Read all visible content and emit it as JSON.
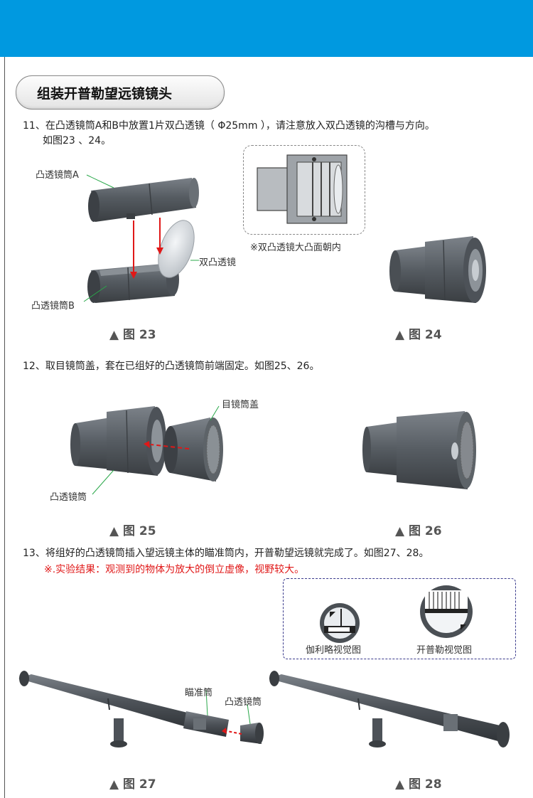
{
  "section_title": "组装开普勒望远镜镜头",
  "step11": {
    "line1": "11、在凸透镜筒A和B中放置1片双凸透镜（ Φ25mm ），请注意放入双凸透镜的沟槽与方向。",
    "line2": "如图23 、24。"
  },
  "step12": "12、取目镜筒盖，套在已组好的凸透镜筒前端固定。如图25、26。",
  "step13": "13、将组好的凸透镜筒插入望远镜主体的瞄准筒内，开普勒望远镜就完成了。如图27、28。",
  "result_note": "※.实验结果：观测到的物体为放大的倒立虚像，视野较大。",
  "labels": {
    "tube_a": "凸透镜筒A",
    "tube_b": "凸透镜筒B",
    "biconvex_lens": "双凸透镜",
    "convex_note": "※双凸透镜大凸面朝内",
    "eyepiece_cap": "目镜筒盖",
    "convex_tube": "凸透镜筒",
    "aim_tube": "瞄准筒",
    "convex_tube_2": "凸透镜筒",
    "galileo_view": "伽利略视觉图",
    "kepler_view": "开普勒视觉图"
  },
  "figures": {
    "fig23": "▲ 图 23",
    "fig24": "▲ 图 24",
    "fig25": "▲ 图 25",
    "fig26": "▲ 图 26",
    "fig27": "▲ 图 27",
    "fig28": "▲ 图 28"
  },
  "colors": {
    "header": "#0099e0",
    "tube": "#555b61",
    "arrow": "#e01818",
    "leader": "#2aa84a"
  }
}
